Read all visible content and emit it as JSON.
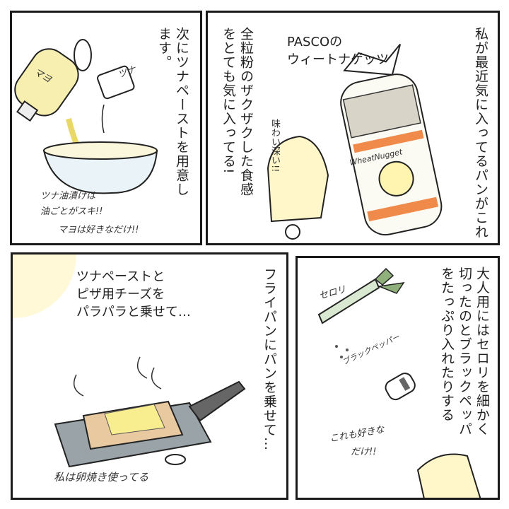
{
  "panels": {
    "p1": {
      "narration": "私が最近気に入ってるパンがこれ",
      "product_name_line1": "PASCOの",
      "product_name_line2": "ウィートナゲッツ",
      "review": "全粒粉のザクザクした食感をとても気に入ってる!",
      "exclaim": "味わい深い!!",
      "bag_label": "WheatNugget"
    },
    "p2": {
      "narration": "次にツナペーストを用意します。",
      "bottle_label": "マヨ",
      "can_label": "ツナ",
      "note_line1": "ツナ油漬けは",
      "note_line2": "油ごとがスキ!!",
      "note_line3": "マヨは好きなだけ!!"
    },
    "p3": {
      "narration": "大人用にはセロリを細かく切ったのとブラックペッパをたっぷり入れたりする",
      "celery_label": "セロリ",
      "pepper_label": "ブラックペッパー",
      "note_line1": "これも好きな",
      "note_line2": "だけ!!"
    },
    "p4": {
      "narration_vertical": "フライパンにパンを乗せて…",
      "narration_line1": "ツナペーストと",
      "narration_line2": "ピザ用チーズを",
      "narration_line3": "パラパラと乗せて…",
      "note": "私は卵焼き使ってる"
    }
  }
}
